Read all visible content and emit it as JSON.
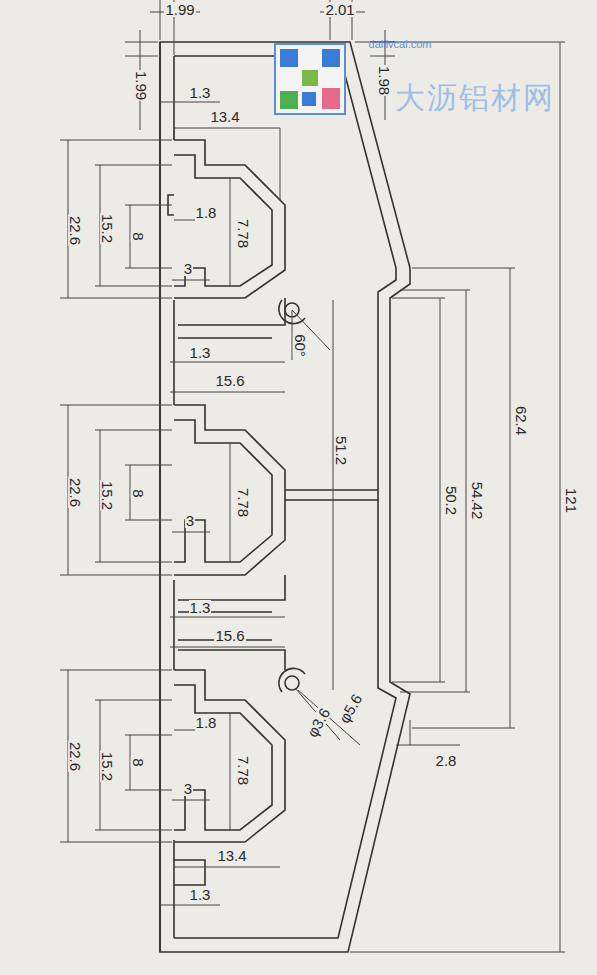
{
  "diagram": {
    "labels": [
      "1.99",
      "2.01",
      "1.99",
      "1.3",
      "13.4",
      "1.98",
      "dalilvcai.com",
      "大沥铝材网",
      "22.6",
      "15.2",
      "8",
      "1.8",
      "7.78",
      "3",
      "60°",
      "1.3",
      "15.6",
      "51.2",
      "22.6",
      "15.2",
      "8",
      "7.78",
      "3",
      "1.3",
      "15.6",
      "φ5.6",
      "φ3.6",
      "62.4",
      "54.42",
      "50.2",
      "121",
      "2.8",
      "22.6",
      "15.2",
      "8",
      "1.8",
      "7.78",
      "3",
      "13.4",
      "1.3"
    ]
  }
}
